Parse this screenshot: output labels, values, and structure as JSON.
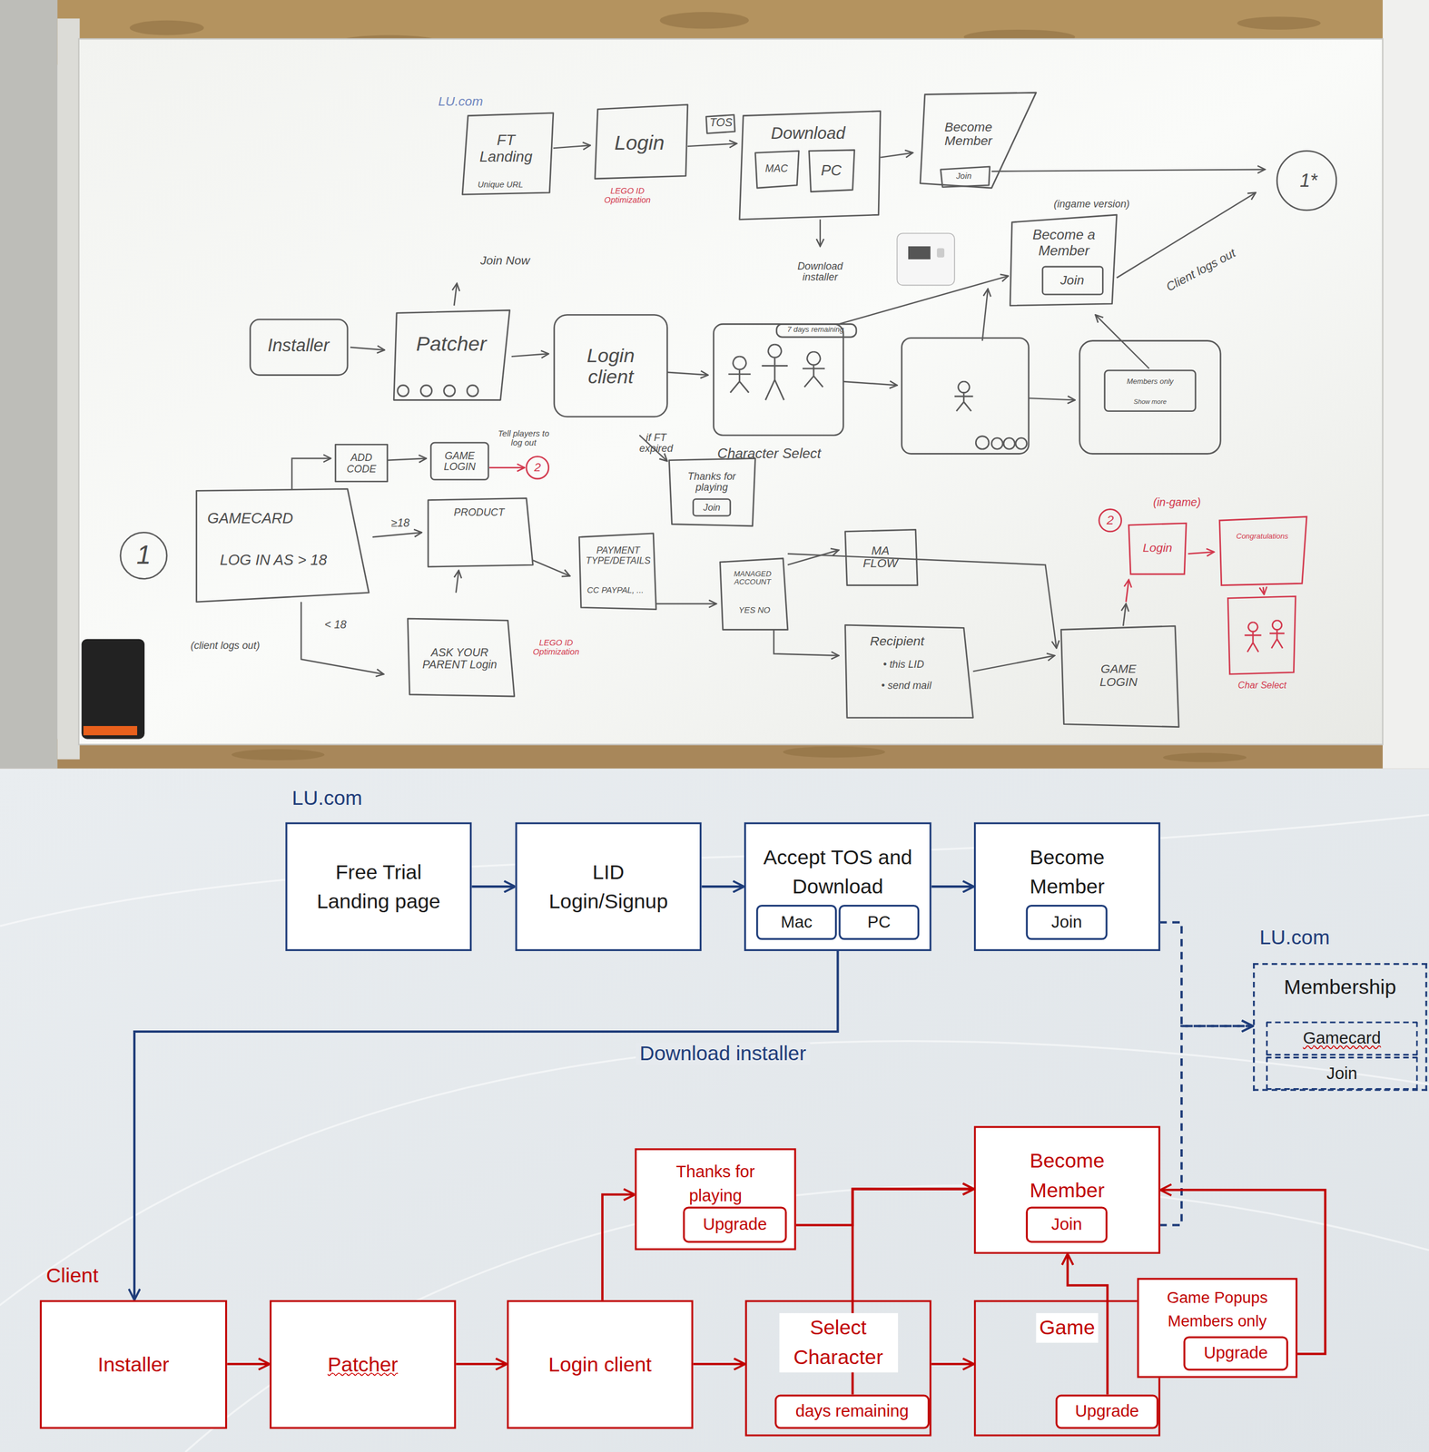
{
  "diagram": {
    "nodes": [
      {
        "text": [
          "Free Trial Landing page"
        ]
      },
      {
        "text": [
          "LID Login/Signup"
        ]
      },
      {
        "text": [
          "Accept TOS and Download"
        ]
      },
      {
        "text": [
          "Mac"
        ],
        "in": 2
      },
      {
        "text": [
          "PC"
        ],
        "in": 2
      },
      {
        "text": [
          "Become Member"
        ]
      },
      {
        "text": [
          "Join"
        ],
        "in": 5
      },
      {
        "text": [
          "Membership"
        ]
      },
      {
        "text": [
          "Gamecard"
        ],
        "in": 7
      },
      {
        "text": [
          "Join"
        ],
        "in": 7
      },
      {
        "text": [
          "Thanks for playing"
        ]
      },
      {
        "text": [
          "Upgrade"
        ],
        "in": 10
      },
      {
        "text": [
          "Become Member"
        ]
      },
      {
        "text": [
          "Join"
        ],
        "in": 12
      },
      {
        "text": [
          "Game Popups Members only"
        ]
      },
      {
        "text": [
          "Upgrade"
        ],
        "in": 14
      },
      {
        "text": [
          "Installer"
        ]
      },
      {
        "text": [
          "Patcher"
        ]
      },
      {
        "text": [
          "Login client"
        ]
      },
      {
        "text": [
          "Select Character"
        ]
      },
      {
        "text": [
          "days remaining"
        ],
        "in": 19
      },
      {
        "text": [
          "Game"
        ]
      },
      {
        "text": [
          "Upgrade"
        ],
        "in": 21
      }
    ],
    "edges": [
      {
        "from": 0,
        "to": 1,
        "arrow": "to"
      },
      {
        "from": 1,
        "to": 2,
        "arrow": "to"
      },
      {
        "from": 2,
        "to": 5,
        "arrow": "to"
      },
      {
        "from": 2,
        "to": 16,
        "label": "Download installer",
        "arrow": "to"
      },
      {
        "from": 6,
        "to": 7,
        "arrow": "to"
      },
      {
        "from": 13,
        "to": 7,
        "arrow": "to"
      },
      {
        "from": 16,
        "to": 17,
        "arrow": "to"
      },
      {
        "from": 17,
        "to": 18,
        "arrow": "to"
      },
      {
        "from": 18,
        "to": 19,
        "arrow": "to"
      },
      {
        "from": 19,
        "to": 21,
        "arrow": "to"
      },
      {
        "from": 18,
        "to": 10,
        "arrow": "to"
      },
      {
        "from": 11,
        "to": 12,
        "arrow": "to"
      },
      {
        "from": 20,
        "to": 12,
        "arrow": "to"
      },
      {
        "from": 22,
        "to": 12,
        "arrow": "to"
      },
      {
        "from": 15,
        "to": 12,
        "arrow": "to"
      }
    ],
    "labels": [
      "LU.com",
      "FT Landing",
      "Unique URL",
      "Login",
      "LEGO ID Optimization",
      "TOS",
      "Download",
      "MAC",
      "PC",
      "Become Member",
      "Join",
      "Download installer",
      "1*",
      "Join Now",
      "Installer",
      "Patcher",
      "Login client",
      "7 days remaining",
      "(ingame version)",
      "Become a Member",
      "Join",
      "Client logs out",
      "Members only",
      "Show more",
      "Character Select",
      "if FT expired",
      "Thanks for playing",
      "Join",
      "ADD CODE",
      "GAME LOGIN",
      "Tell players to log out",
      "2",
      "1",
      "GAMECARD",
      "LOG IN AS > 18",
      "≥18",
      "< 18",
      "(client logs out)",
      "PRODUCT",
      "PAYMENT TYPE/DETAILS",
      "CC PAYPAL, ...",
      "MANAGED ACCOUNT",
      "YES NO",
      "MA FLOW",
      "ASK YOUR PARENT Login",
      "LEGO ID Optimization",
      "Recipient",
      "• this LID",
      "• send mail",
      "GAME LOGIN",
      "2",
      "(in-game)",
      "Login",
      "Congratulations",
      "Char Select",
      "LU.com",
      "LU.com",
      "Client"
    ]
  }
}
